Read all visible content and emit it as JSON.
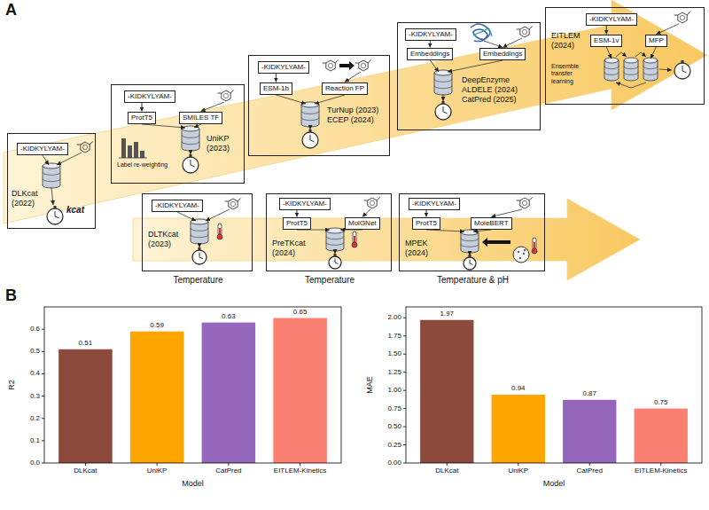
{
  "diagram": {
    "nodes": [
      {
        "text": [
          "DLKcat (2022)",
          "kcat"
        ]
      },
      {
        "text": [
          "-KIDKYLYAM-"
        ],
        "in": 0
      },
      {
        "text": [
          "UniKP (2023)",
          "Label re-weighting"
        ]
      },
      {
        "text": [
          "-KIDKYLYAM-"
        ],
        "in": 2
      },
      {
        "text": [
          "ProtT5"
        ],
        "in": 2
      },
      {
        "text": [
          "SMILES TF"
        ],
        "in": 2
      },
      {
        "text": [
          "TurNup (2023) ECEP (2024)"
        ]
      },
      {
        "text": [
          "-KIDKYLYAM-"
        ],
        "in": 6
      },
      {
        "text": [
          "ESM-1b"
        ],
        "in": 6
      },
      {
        "text": [
          "Reaction FP"
        ],
        "in": 6
      },
      {
        "text": [
          "DeepEnzyme ALDELE (2024) CatPred (2025)"
        ]
      },
      {
        "text": [
          "-KIDKYLYAM-"
        ],
        "in": 10
      },
      {
        "text": [
          "Embeddings"
        ],
        "in": 10
      },
      {
        "text": [
          "Embeddings"
        ],
        "in": 10
      },
      {
        "text": [
          "EITLEM (2024)",
          "Ensemble transfer learning"
        ]
      },
      {
        "text": [
          "-KIDKYLYAM-"
        ],
        "in": 14
      },
      {
        "text": [
          "ESM-1v"
        ],
        "in": 14
      },
      {
        "text": [
          "MFP"
        ],
        "in": 14
      },
      {
        "text": [
          "DLTKcat (2023)",
          "Temperature"
        ]
      },
      {
        "text": [
          "-KIDKYLYAM-"
        ],
        "in": 18
      },
      {
        "text": [
          "PreTKcat (2024)",
          "Temperature"
        ]
      },
      {
        "text": [
          "-KIDKYLYAM-"
        ],
        "in": 20
      },
      {
        "text": [
          "ProtT5"
        ],
        "in": 20
      },
      {
        "text": [
          "MolGNet"
        ],
        "in": 20
      },
      {
        "text": [
          "MPEK (2024)",
          "Temperature & pH"
        ]
      },
      {
        "text": [
          "-KIDKYLYAM-"
        ],
        "in": 24
      },
      {
        "text": [
          "ProtT5"
        ],
        "in": 24
      },
      {
        "text": [
          "MoleBERT"
        ],
        "in": 24
      }
    ],
    "edges": [
      {
        "from": 3,
        "to": 4,
        "arrow": "to"
      },
      {
        "from": 7,
        "to": 8,
        "arrow": "to"
      },
      {
        "from": 11,
        "to": 12,
        "arrow": "to"
      },
      {
        "from": 15,
        "to": 16,
        "arrow": "to"
      },
      {
        "from": 21,
        "to": 22,
        "arrow": "to"
      },
      {
        "from": 25,
        "to": 26,
        "arrow": "to"
      }
    ],
    "labels": [
      "A",
      "B",
      "R2",
      "0.0",
      "0.1",
      "0.2",
      "0.3",
      "0.4",
      "0.5",
      "0.6",
      "DLKcat",
      "UniKP",
      "CatPred",
      "EITLEM-Kinetics",
      "0.51",
      "0.59",
      "0.63",
      "0.65",
      "Model",
      "MAE",
      "0.00",
      "0.25",
      "0.50",
      "0.75",
      "1.00",
      "1.25",
      "1.50",
      "1.75",
      "2.00",
      "DLKcat",
      "UniKP",
      "CatPred",
      "EITLEM-Kinetics",
      "1.97",
      "0.94",
      "0.87",
      "0.75",
      "Model"
    ]
  }
}
